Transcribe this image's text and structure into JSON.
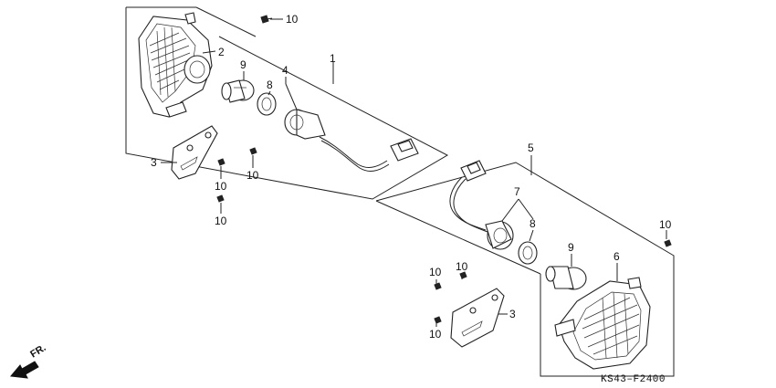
{
  "callouts": [
    {
      "id": "c10a",
      "text": "10"
    },
    {
      "id": "c2",
      "text": "2"
    },
    {
      "id": "c1",
      "text": "1"
    },
    {
      "id": "c9a",
      "text": "9"
    },
    {
      "id": "c4",
      "text": "4"
    },
    {
      "id": "c8a",
      "text": "8"
    },
    {
      "id": "c3a",
      "text": "3"
    },
    {
      "id": "c10b",
      "text": "10"
    },
    {
      "id": "c10c",
      "text": "10"
    },
    {
      "id": "c10d",
      "text": "10"
    },
    {
      "id": "c5",
      "text": "5"
    },
    {
      "id": "c7",
      "text": "7"
    },
    {
      "id": "c8b",
      "text": "8"
    },
    {
      "id": "c10e",
      "text": "10"
    },
    {
      "id": "c9b",
      "text": "9"
    },
    {
      "id": "c6",
      "text": "6"
    },
    {
      "id": "c10f",
      "text": "10"
    },
    {
      "id": "c10g",
      "text": "10"
    },
    {
      "id": "c10h",
      "text": "10"
    },
    {
      "id": "c3b",
      "text": "3"
    }
  ],
  "diagram_code": "KS43–F2400",
  "direction_label": "FR."
}
